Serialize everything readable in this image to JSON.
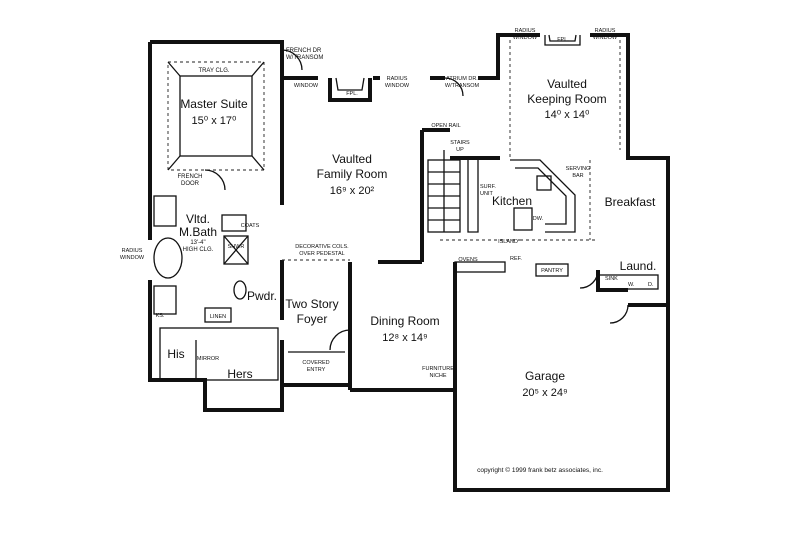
{
  "rooms": {
    "master_suite": {
      "name": "Master Suite",
      "dim": "15⁰ x 17⁰"
    },
    "vaulted_family": {
      "line1": "Vaulted",
      "line2": "Family Room",
      "dim": "16⁹ x 20²"
    },
    "vaulted_keeping": {
      "line1": "Vaulted",
      "line2": "Keeping Room",
      "dim": "14⁰ x 14⁰"
    },
    "kitchen": {
      "name": "Kitchen"
    },
    "breakfast": {
      "name": "Breakfast"
    },
    "laundry": {
      "name": "Laund."
    },
    "master_bath": {
      "line1": "Vltd.",
      "line2": "M.Bath",
      "note1": "13'-4\"",
      "note2": "HIGH CLG."
    },
    "powder": {
      "name": "Pwdr."
    },
    "foyer": {
      "line1": "Two Story",
      "line2": "Foyer"
    },
    "dining": {
      "name": "Dining Room",
      "dim": "12⁸ x 14⁹"
    },
    "garage": {
      "name": "Garage",
      "dim": "20⁵ x 24⁹"
    },
    "his": {
      "name": "His"
    },
    "hers": {
      "name": "Hers"
    }
  },
  "notes": {
    "tray_clg": "TRAY CLG.",
    "french_dr_transom_1": "FRENCH DR",
    "french_dr_transom_2": "W/TRANSOM",
    "french_door_1": "FRENCH",
    "french_door_2": "DOOR",
    "radius_window": "RADIUS",
    "radius_window_2": "WINDOW",
    "fpl": "FPL.",
    "atrium_dr_1": "ATRIUM DR.",
    "atrium_dr_2": "W/TRANSOM",
    "open_rail": "OPEN RAIL",
    "stairs": "STAIRS",
    "up": "UP",
    "serving_1": "SERVING",
    "serving_2": "BAR",
    "surf_unit_1": "SURF.",
    "surf_unit_2": "UNIT",
    "dw": "DW.",
    "island": "ISLAND",
    "ovens": "OVENS",
    "ref": "REF.",
    "pantry": "PANTRY",
    "sink": "SINK",
    "w": "W.",
    "d": "D.",
    "coats": "COATS",
    "shwr": "SHWR",
    "linen": "LINEN",
    "ks": "KS.",
    "mirror": "MIRROR",
    "decorative_1": "DECORATIVE COLS.",
    "decorative_2": "OVER PEDESTAL",
    "covered_1": "COVERED",
    "covered_2": "ENTRY",
    "furniture_1": "FURNITURE",
    "furniture_2": "NICHE",
    "copyright": "copyright © 1999 frank betz associates, inc."
  }
}
